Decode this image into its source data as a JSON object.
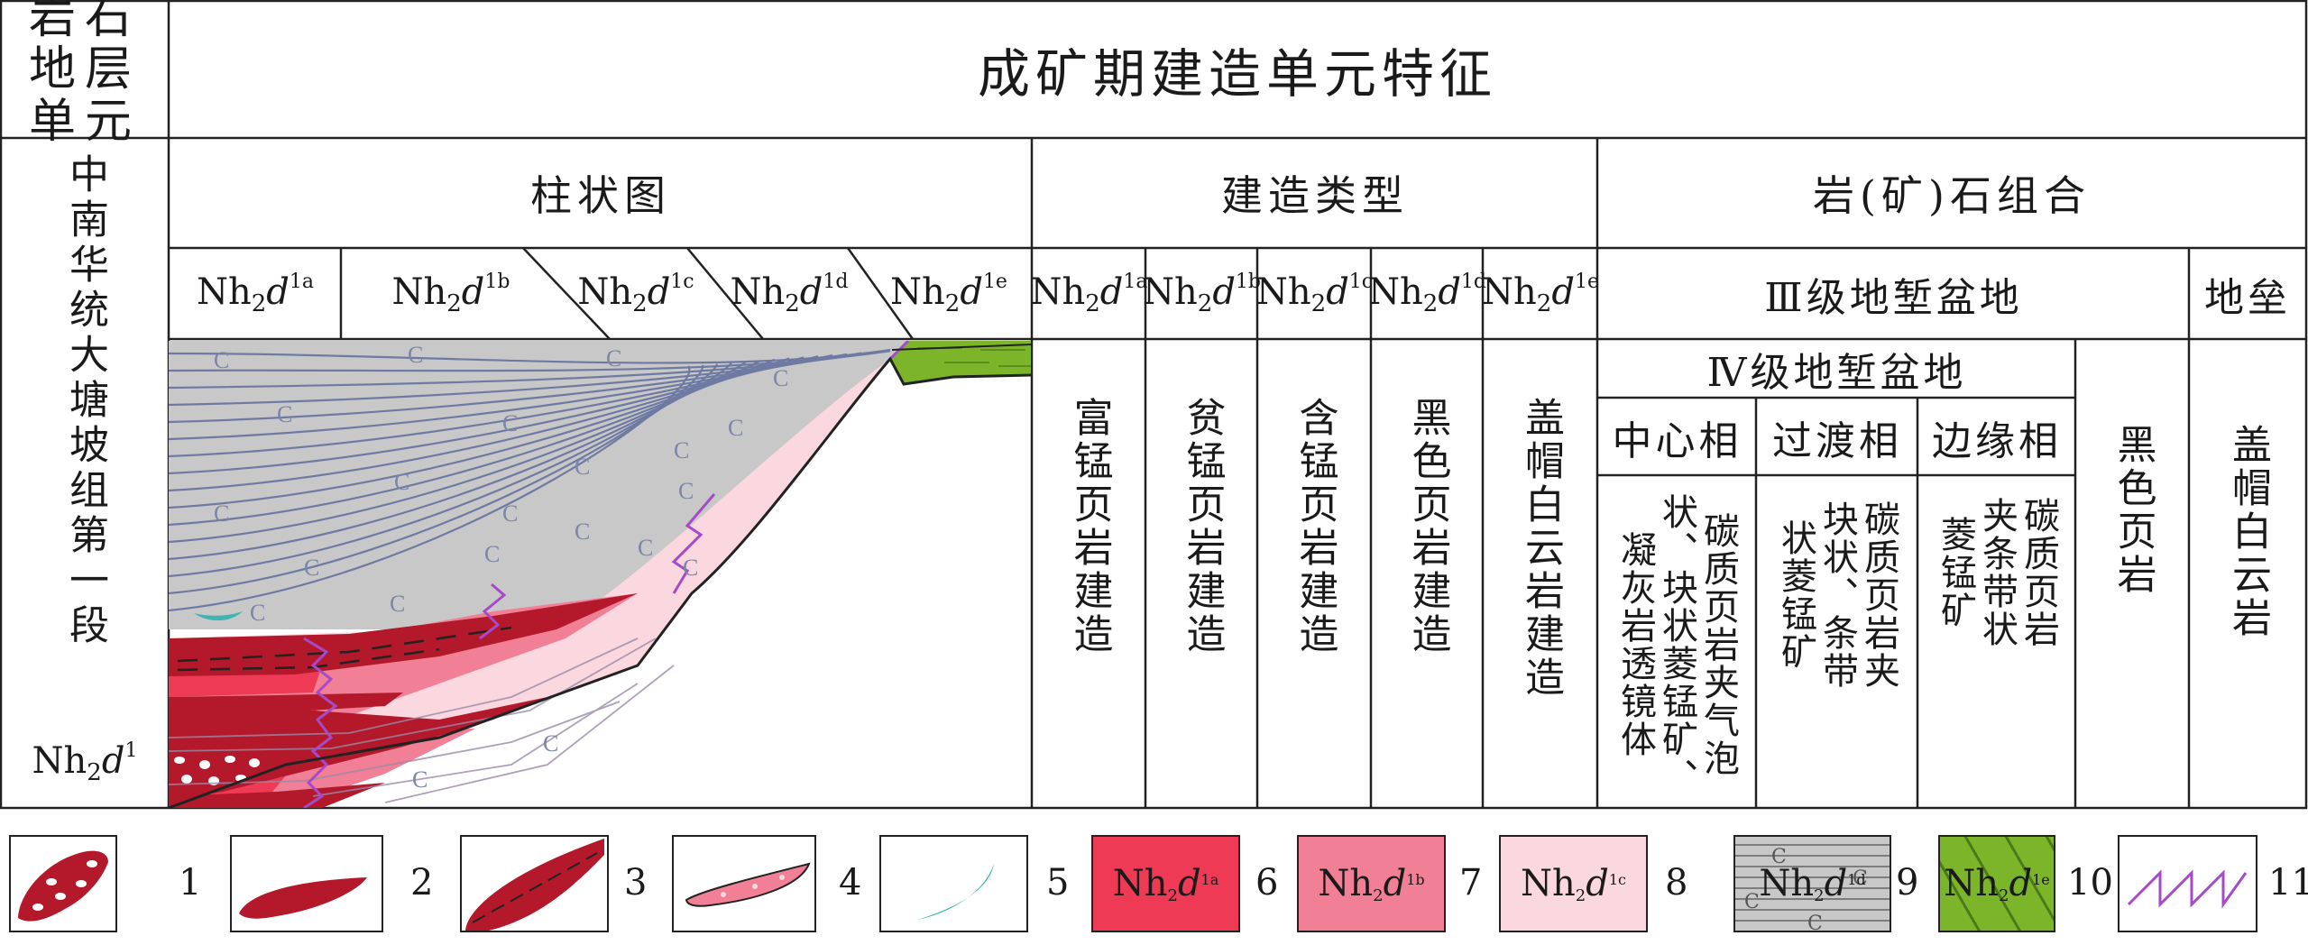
{
  "table": {
    "corner_header": "岩石地层单元",
    "title": "成矿期建造单元特征",
    "strat_unit": {
      "name": "中南华统大塘坡组第一段",
      "code_base": "Nh",
      "code_sub": "2",
      "code_italic": "d",
      "code_sup": "1"
    },
    "sections": {
      "column": "柱状图",
      "formation_type": "建造类型",
      "rock_assemblage": "岩(矿)石组合"
    },
    "column_units": [
      {
        "base": "Nh",
        "sub": "2",
        "ital": "d",
        "sup": "1a"
      },
      {
        "base": "Nh",
        "sub": "2",
        "ital": "d",
        "sup": "1b"
      },
      {
        "base": "Nh",
        "sub": "2",
        "ital": "d",
        "sup": "1c"
      },
      {
        "base": "Nh",
        "sub": "2",
        "ital": "d",
        "sup": "1d"
      },
      {
        "base": "Nh",
        "sub": "2",
        "ital": "d",
        "sup": "1e"
      }
    ],
    "formation_types": [
      {
        "unit": {
          "base": "Nh",
          "sub": "2",
          "ital": "d",
          "sup": "1a"
        },
        "text": "富锰页岩建造"
      },
      {
        "unit": {
          "base": "Nh",
          "sub": "2",
          "ital": "d",
          "sup": "1b"
        },
        "text": "贫锰页岩建造"
      },
      {
        "unit": {
          "base": "Nh",
          "sub": "2",
          "ital": "d",
          "sup": "1c"
        },
        "text": "含锰页岩建造"
      },
      {
        "unit": {
          "base": "Nh",
          "sub": "2",
          "ital": "d",
          "sup": "1d"
        },
        "text": "黑色页岩建造"
      },
      {
        "unit": {
          "base": "Nh",
          "sub": "2",
          "ital": "d",
          "sup": "1e"
        },
        "text": "盖帽白云岩建造"
      }
    ],
    "basin_level3": "Ⅲ级地堑盆地",
    "horst": "地垒",
    "basin_level4": "Ⅳ级地堑盆地",
    "facies": [
      {
        "name": "中心相",
        "text": "碳质页岩夹气泡状、块状菱锰矿、凝灰岩透镜体"
      },
      {
        "name": "过渡相",
        "text": "碳质页岩夹块状、条带状菱锰矿"
      },
      {
        "name": "边缘相",
        "text": "碳质页岩夹条带状菱锰矿"
      }
    ],
    "basin_edge_rock": "黑色页岩",
    "horst_rock": "盖帽白云岩"
  },
  "column_labels": {
    "c_symbol": "C"
  },
  "legend": [
    {
      "num": "1",
      "icon": "spotted-manganese-lens"
    },
    {
      "num": "2",
      "icon": "massive-manganese-lens"
    },
    {
      "num": "3",
      "icon": "banded-manganese-lens"
    },
    {
      "num": "4",
      "icon": "pink-dotted-lens"
    },
    {
      "num": "5",
      "icon": "tuff-lens"
    },
    {
      "num": "6",
      "code": {
        "base": "Nh",
        "sub": "2",
        "ital": "d",
        "sup": "1a"
      },
      "color": "#ee3a55"
    },
    {
      "num": "7",
      "code": {
        "base": "Nh",
        "sub": "2",
        "ital": "d",
        "sup": "1b"
      },
      "color": "#f17f95"
    },
    {
      "num": "8",
      "code": {
        "base": "Nh",
        "sub": "2",
        "ital": "d",
        "sup": "1c"
      },
      "color": "#fbd7df"
    },
    {
      "num": "9",
      "code": {
        "base": "Nh",
        "sub": "2",
        "ital": "d",
        "sup": "1d"
      },
      "color": "#c8c8c8",
      "symbol": "C"
    },
    {
      "num": "10",
      "code": {
        "base": "Nh",
        "sub": "2",
        "ital": "d",
        "sup": "1e"
      },
      "color": "#7cb52a"
    },
    {
      "num": "11",
      "icon": "facies-boundary-zigzag"
    }
  ],
  "colors": {
    "unit_1a": "#ee3a55",
    "unit_1b": "#f17f95",
    "unit_1c": "#fbd7df",
    "unit_1d": "#c8c8c8",
    "unit_1e": "#7cb52a",
    "mn_dark": "#b3192b",
    "line_grey": "#6f7aa3",
    "zigzag": "#a64ac9",
    "tuff": "#3fb4b0"
  }
}
